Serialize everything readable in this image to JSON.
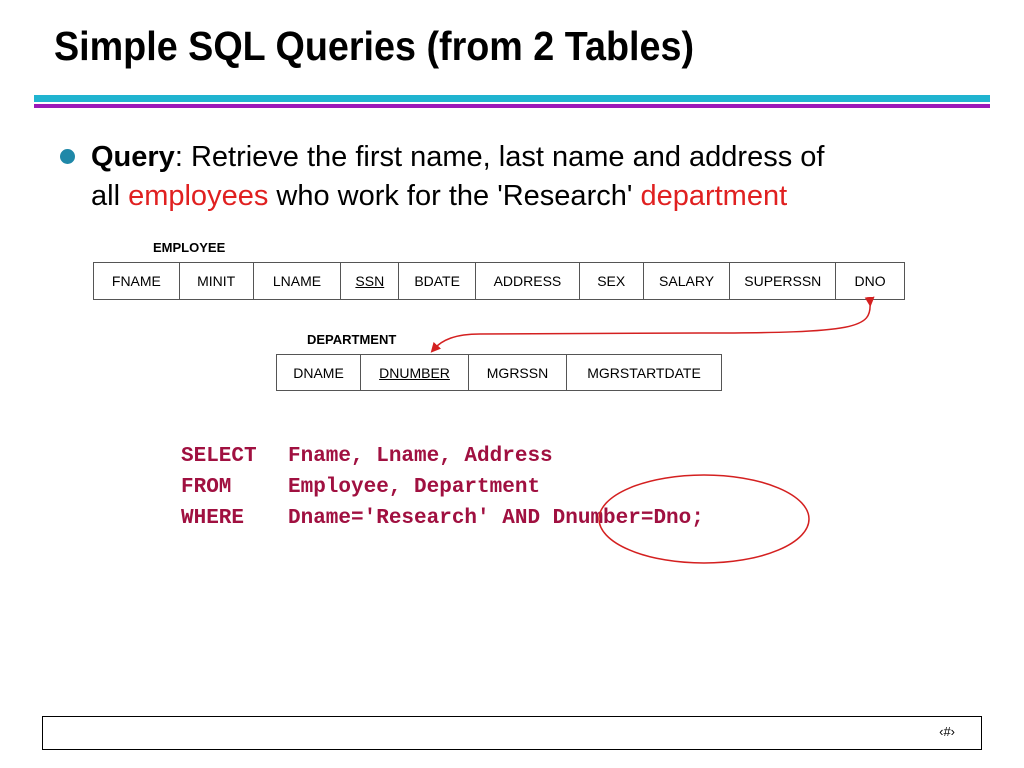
{
  "slide": {
    "title": "Simple SQL Queries (from 2 Tables)",
    "page_number": "‹#›"
  },
  "colors": {
    "rule_cyan": "#20b4d0",
    "rule_purple": "#9a1ab8",
    "bullet_dot": "#1f88a8",
    "highlight_red": "#e02020",
    "sql_text": "#a01040",
    "annotation_red": "#d42020"
  },
  "bullet": {
    "label": "Query",
    "sep": ": ",
    "text1": "Retrieve the first name, last name and address of",
    "text2": "all ",
    "hl1": "employees",
    "text3": " who work for the 'Research' ",
    "hl2": "department"
  },
  "employee": {
    "label": "EMPLOYEE",
    "columns": [
      {
        "name": "FNAME",
        "key": false
      },
      {
        "name": "MINIT",
        "key": false
      },
      {
        "name": "LNAME",
        "key": false
      },
      {
        "name": "SSN",
        "key": true
      },
      {
        "name": "BDATE",
        "key": false
      },
      {
        "name": "ADDRESS",
        "key": false
      },
      {
        "name": "SEX",
        "key": false
      },
      {
        "name": "SALARY",
        "key": false
      },
      {
        "name": "SUPERSSN",
        "key": false
      },
      {
        "name": "DNO",
        "key": false
      }
    ]
  },
  "department": {
    "label": "DEPARTMENT",
    "columns": [
      {
        "name": "DNAME",
        "key": false
      },
      {
        "name": "DNUMBER",
        "key": true
      },
      {
        "name": "MGRSSN",
        "key": false
      },
      {
        "name": "MGRSTARTDATE",
        "key": false
      }
    ]
  },
  "sql": {
    "line1": {
      "kw": "SELECT",
      "rest": "Fname, Lname, Address"
    },
    "line2": {
      "kw": "FROM",
      "rest": "Employee, Department"
    },
    "line3": {
      "kw": "WHERE",
      "rest": "Dname='Research' AND Dnumber=Dno;"
    }
  }
}
